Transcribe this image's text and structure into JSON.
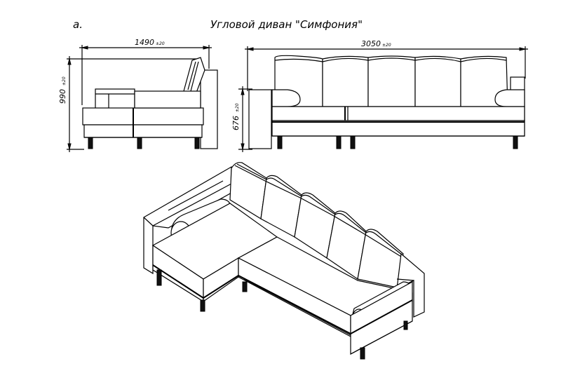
{
  "figure": {
    "label": "а.",
    "title": "Угловой диван \"Симфония\""
  },
  "dimensions": {
    "side_width": "1490",
    "front_width": "3050",
    "total_height": "990",
    "seat_height": "676",
    "unit_suffix": "±20"
  },
  "icons": {
    "side": "sofa-side-view-icon",
    "front": "sofa-front-view-icon",
    "iso": "sofa-isometric-view-icon"
  }
}
